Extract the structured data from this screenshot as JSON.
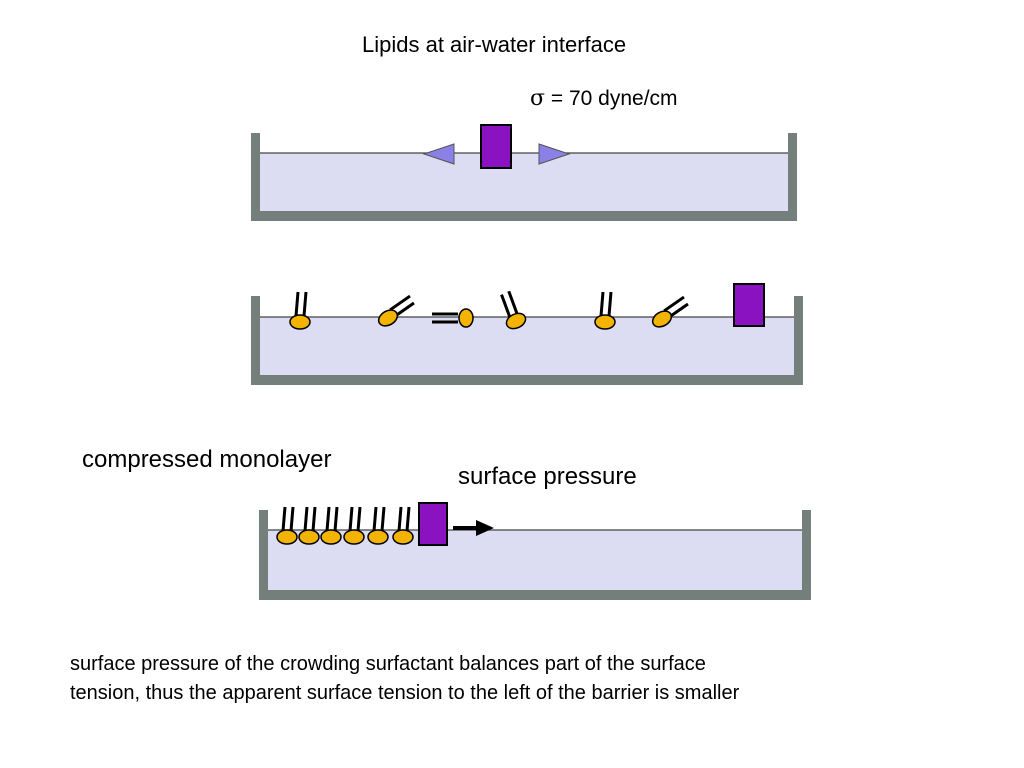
{
  "title": "Lipids at air-water interface",
  "sigma": {
    "symbol": "σ",
    "text": " = 70 dyne/cm"
  },
  "labels": {
    "compressed_monolayer": "compressed monolayer",
    "surface_pressure": "surface pressure"
  },
  "caption": {
    "line1": "surface pressure of the crowding surfactant balances part of the surface",
    "line2": "tension, thus the apparent surface tension to the left of the barrier is smaller"
  },
  "colors": {
    "water": "#dcdcf2",
    "trough": "#747f7b",
    "barrier": "#8b12c0",
    "arrow": "#8a80e6",
    "lipid_head": "#f2b400"
  }
}
